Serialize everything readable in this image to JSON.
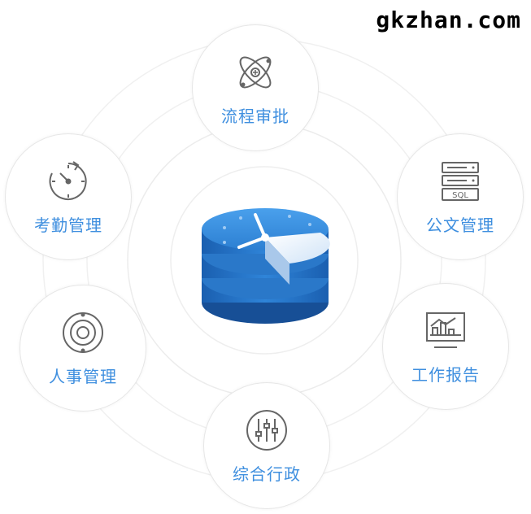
{
  "watermark": "gkzhan.com",
  "modules": [
    {
      "id": "approval",
      "label": "流程审批",
      "icon": "atom-icon"
    },
    {
      "id": "document",
      "label": "公文管理",
      "icon": "server-sql-icon"
    },
    {
      "id": "report",
      "label": "工作报告",
      "icon": "chart-board-icon"
    },
    {
      "id": "admin",
      "label": "综合行政",
      "icon": "sliders-icon"
    },
    {
      "id": "hr",
      "label": "人事管理",
      "icon": "target-icon"
    },
    {
      "id": "attendance",
      "label": "考勤管理",
      "icon": "stopwatch-icon"
    }
  ],
  "colors": {
    "label": "#3f8fdf",
    "icon": "#666666",
    "core_blue": "#2f7fd3",
    "ring": "#e6e6e6"
  }
}
